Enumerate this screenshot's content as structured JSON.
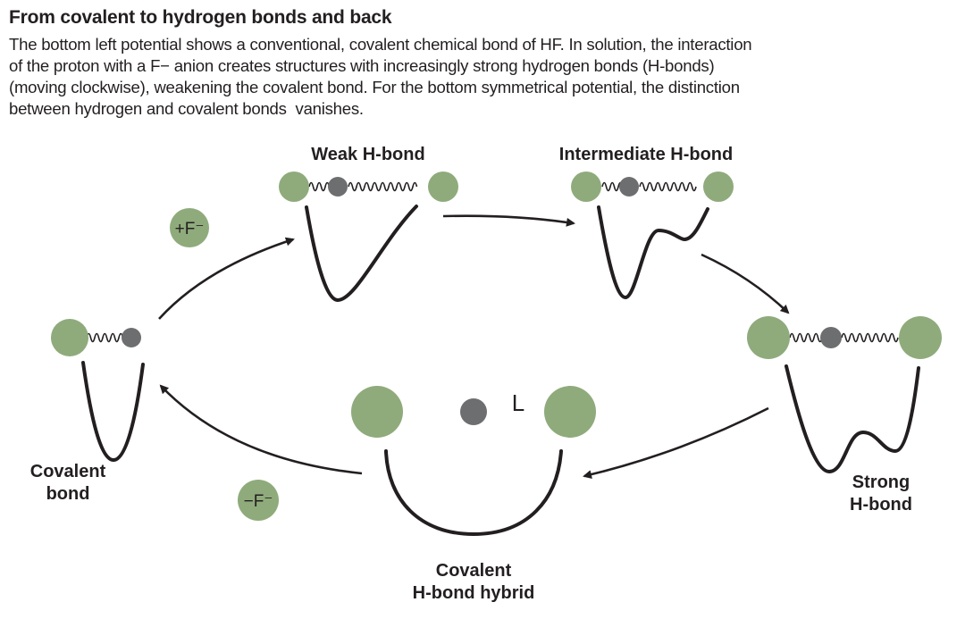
{
  "header": {
    "title": "From covalent to hydrogen bonds and back",
    "caption_lines": [
      "The bottom left potential shows a conventional, covalent chemical bond of HF. In solution, the interaction",
      "of the proton with a F− anion creates structures with increasingly strong hydrogen bonds (H-bonds)",
      "(moving clockwise), weakening the covalent bond. For the bottom symmetrical potential, the distinction",
      "between hydrogen and covalent bonds  vanishes."
    ]
  },
  "diagram": {
    "states": {
      "weak": {
        "label": "Weak H-bond"
      },
      "intermediate": {
        "label": "Intermediate H-bond"
      },
      "strong": {
        "label_line1": "Strong",
        "label_line2": "H-bond"
      },
      "hybrid": {
        "label_line1": "Covalent",
        "label_line2": "H-bond hybrid",
        "mark": "L"
      },
      "covalent": {
        "label_line1": "Covalent",
        "label_line2": "bond"
      }
    },
    "ions": {
      "add": "+F⁻",
      "remove": "−F⁻"
    },
    "colors": {
      "atom_fluorine": "#8fab7c",
      "atom_hydrogen": "#6d6e70",
      "ink": "#231f20"
    }
  }
}
